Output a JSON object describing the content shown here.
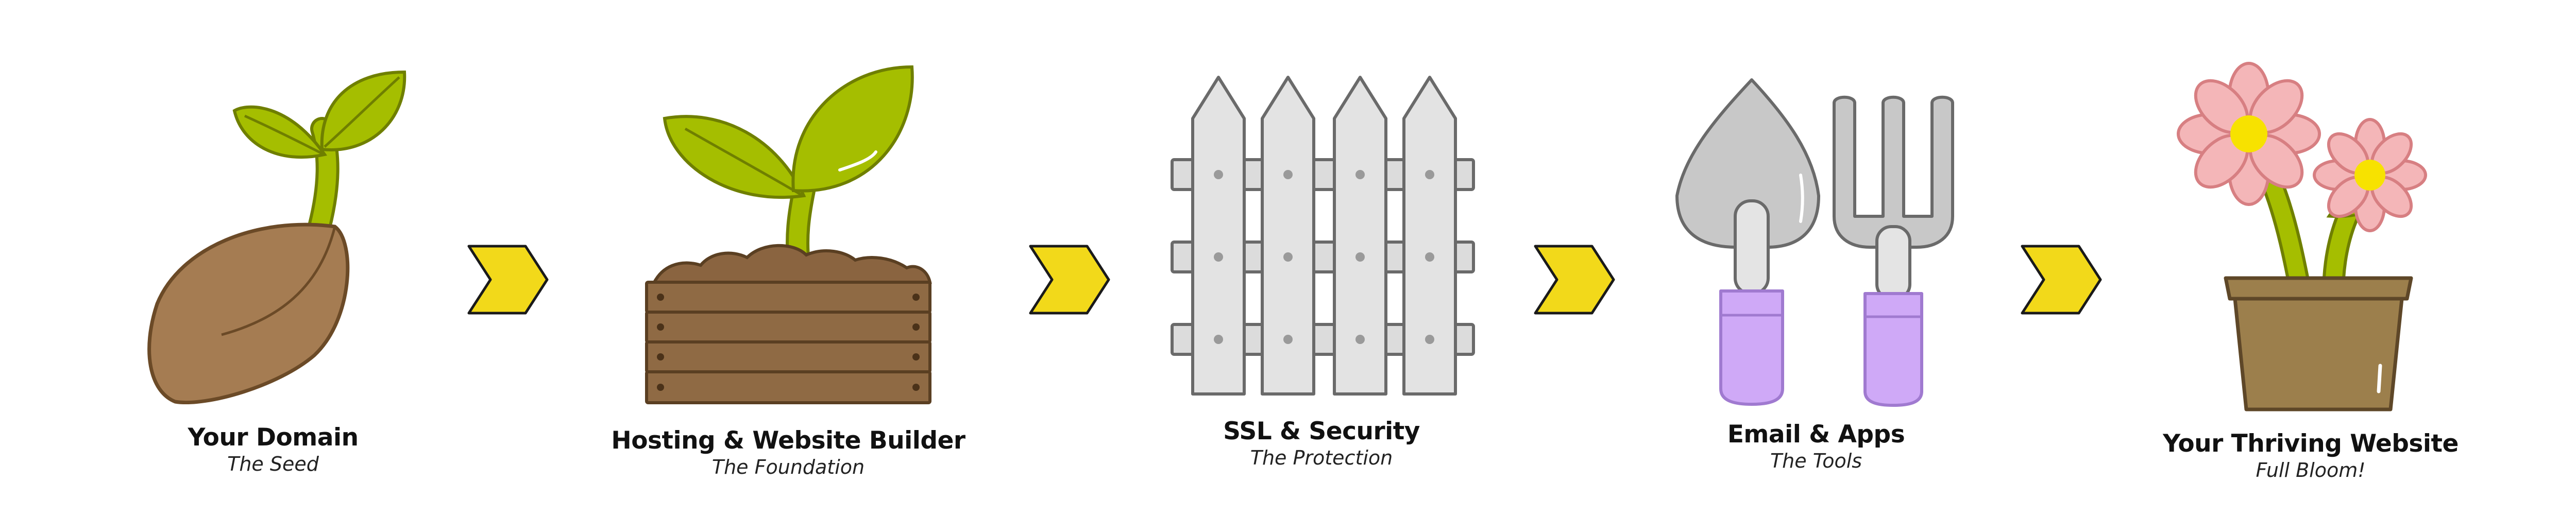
{
  "colors": {
    "outline": "#5f5f5f",
    "soil_brown": "#a57c52",
    "wood_brown": "#8a6440",
    "leaf_green": "#a5be00",
    "fence_gray": "#e3e3e3",
    "handle_purple": "#cfa9f7",
    "flower_pink": "#f4b6b8",
    "flower_center": "#f7e200",
    "arrow_yellow": "#f2d91a"
  },
  "icons": [
    "seed-sprout-icon",
    "soil-crate-icon",
    "picket-fence-icon",
    "garden-tools-icon",
    "flower-pot-icon",
    "chevron-right-icon"
  ],
  "steps": [
    {
      "title": "Your Domain",
      "subtitle": "The Seed",
      "icon": "seed-sprout-icon"
    },
    {
      "title": "Hosting & Website Builder",
      "subtitle": "The Foundation",
      "icon": "soil-crate-icon"
    },
    {
      "title": "SSL & Security",
      "subtitle": "The Protection",
      "icon": "picket-fence-icon"
    },
    {
      "title": "Email & Apps",
      "subtitle": "The Tools",
      "icon": "garden-tools-icon"
    },
    {
      "title": "Your Thriving Website",
      "subtitle": "Full Bloom!",
      "icon": "flower-pot-icon"
    }
  ]
}
